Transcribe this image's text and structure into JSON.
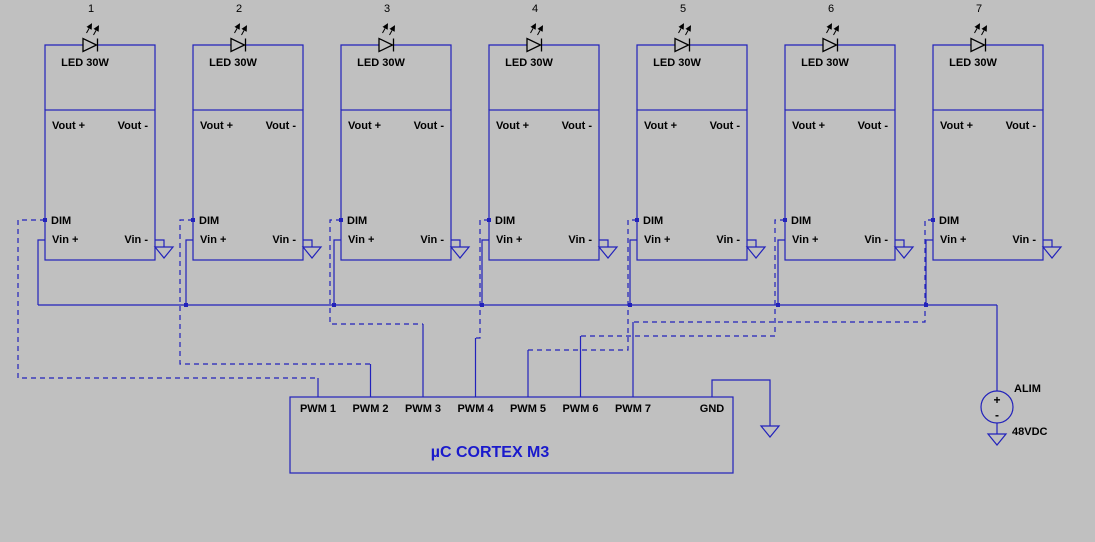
{
  "diagram": {
    "background": "#c0c0c0",
    "wire_color": "#2222bb",
    "text_color": "#000000",
    "title_color": "#1a1acc"
  },
  "channels": [
    {
      "number": "1"
    },
    {
      "number": "2"
    },
    {
      "number": "3"
    },
    {
      "number": "4"
    },
    {
      "number": "5"
    },
    {
      "number": "6"
    },
    {
      "number": "7"
    }
  ],
  "channel_labels": {
    "led": "LED 30W",
    "vout_plus": "Vout +",
    "vout_minus": "Vout -",
    "dim": "DIM",
    "vin_plus": "Vin +",
    "vin_minus": "Vin -"
  },
  "mcu": {
    "title": "µC CORTEX M3",
    "pins": [
      "PWM 1",
      "PWM 2",
      "PWM 3",
      "PWM 4",
      "PWM 5",
      "PWM 6",
      "PWM 7"
    ],
    "gnd": "GND"
  },
  "power": {
    "label": "ALIM",
    "voltage": "48VDC",
    "plus": "+",
    "minus": "-"
  }
}
